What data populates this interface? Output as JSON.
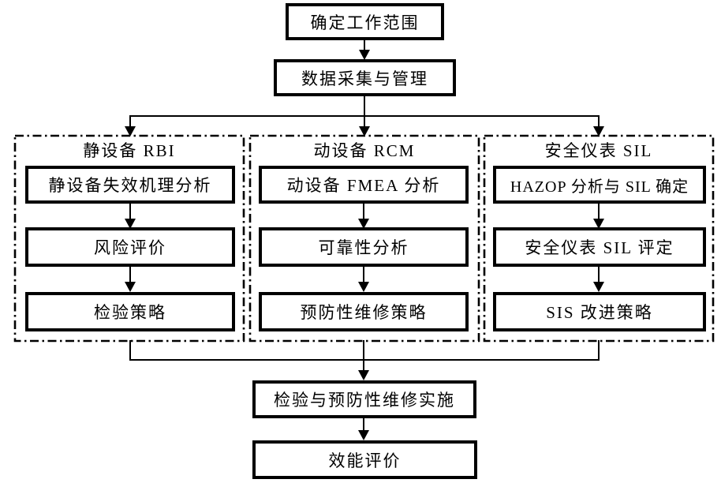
{
  "diagram": {
    "background": "#ffffff",
    "line_color": "#000000",
    "nodes": {
      "scope": "确定工作范围",
      "data_collection": "数据采集与管理",
      "implementation": "检验与预防性维修实施",
      "evaluation": "效能评价"
    },
    "columns": [
      {
        "title": "静设备 RBI",
        "steps": [
          "静设备失效机理分析",
          "风险评价",
          "检验策略"
        ]
      },
      {
        "title": "动设备 RCM",
        "steps": [
          "动设备 FMEA 分析",
          "可靠性分析",
          "预防性维修策略"
        ]
      },
      {
        "title": "安全仪表 SIL",
        "steps": [
          "HAZOP 分析与 SIL 确定",
          "安全仪表 SIL 评定",
          "SIS 改进策略"
        ]
      }
    ]
  }
}
